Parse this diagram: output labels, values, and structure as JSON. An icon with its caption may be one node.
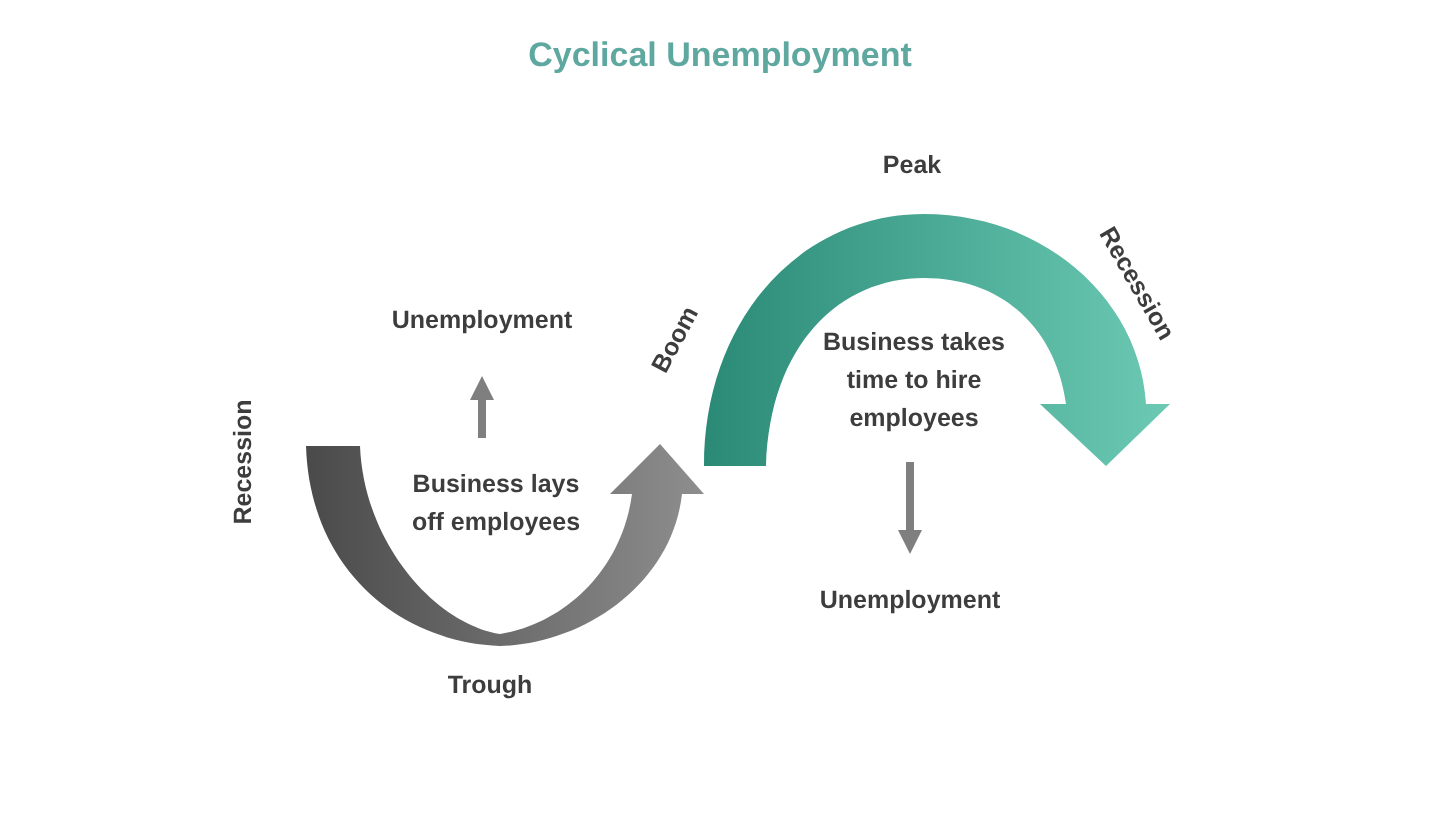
{
  "diagram": {
    "title": "Cyclical Unemployment",
    "nodes": [
      {
        "text": [
          "Unemployment"
        ]
      },
      {
        "text": [
          "Business lays off employees"
        ]
      },
      {
        "text": [
          "Business takes time to hire employees"
        ]
      },
      {
        "text": [
          "Unemployment"
        ]
      }
    ],
    "edges": [
      {
        "from": 1,
        "to": 0,
        "arrow": "to"
      },
      {
        "from": 2,
        "to": 3,
        "arrow": "to"
      }
    ],
    "labels": [
      "Peak",
      "Recession",
      "Boom",
      "Recession",
      "Trough"
    ]
  }
}
